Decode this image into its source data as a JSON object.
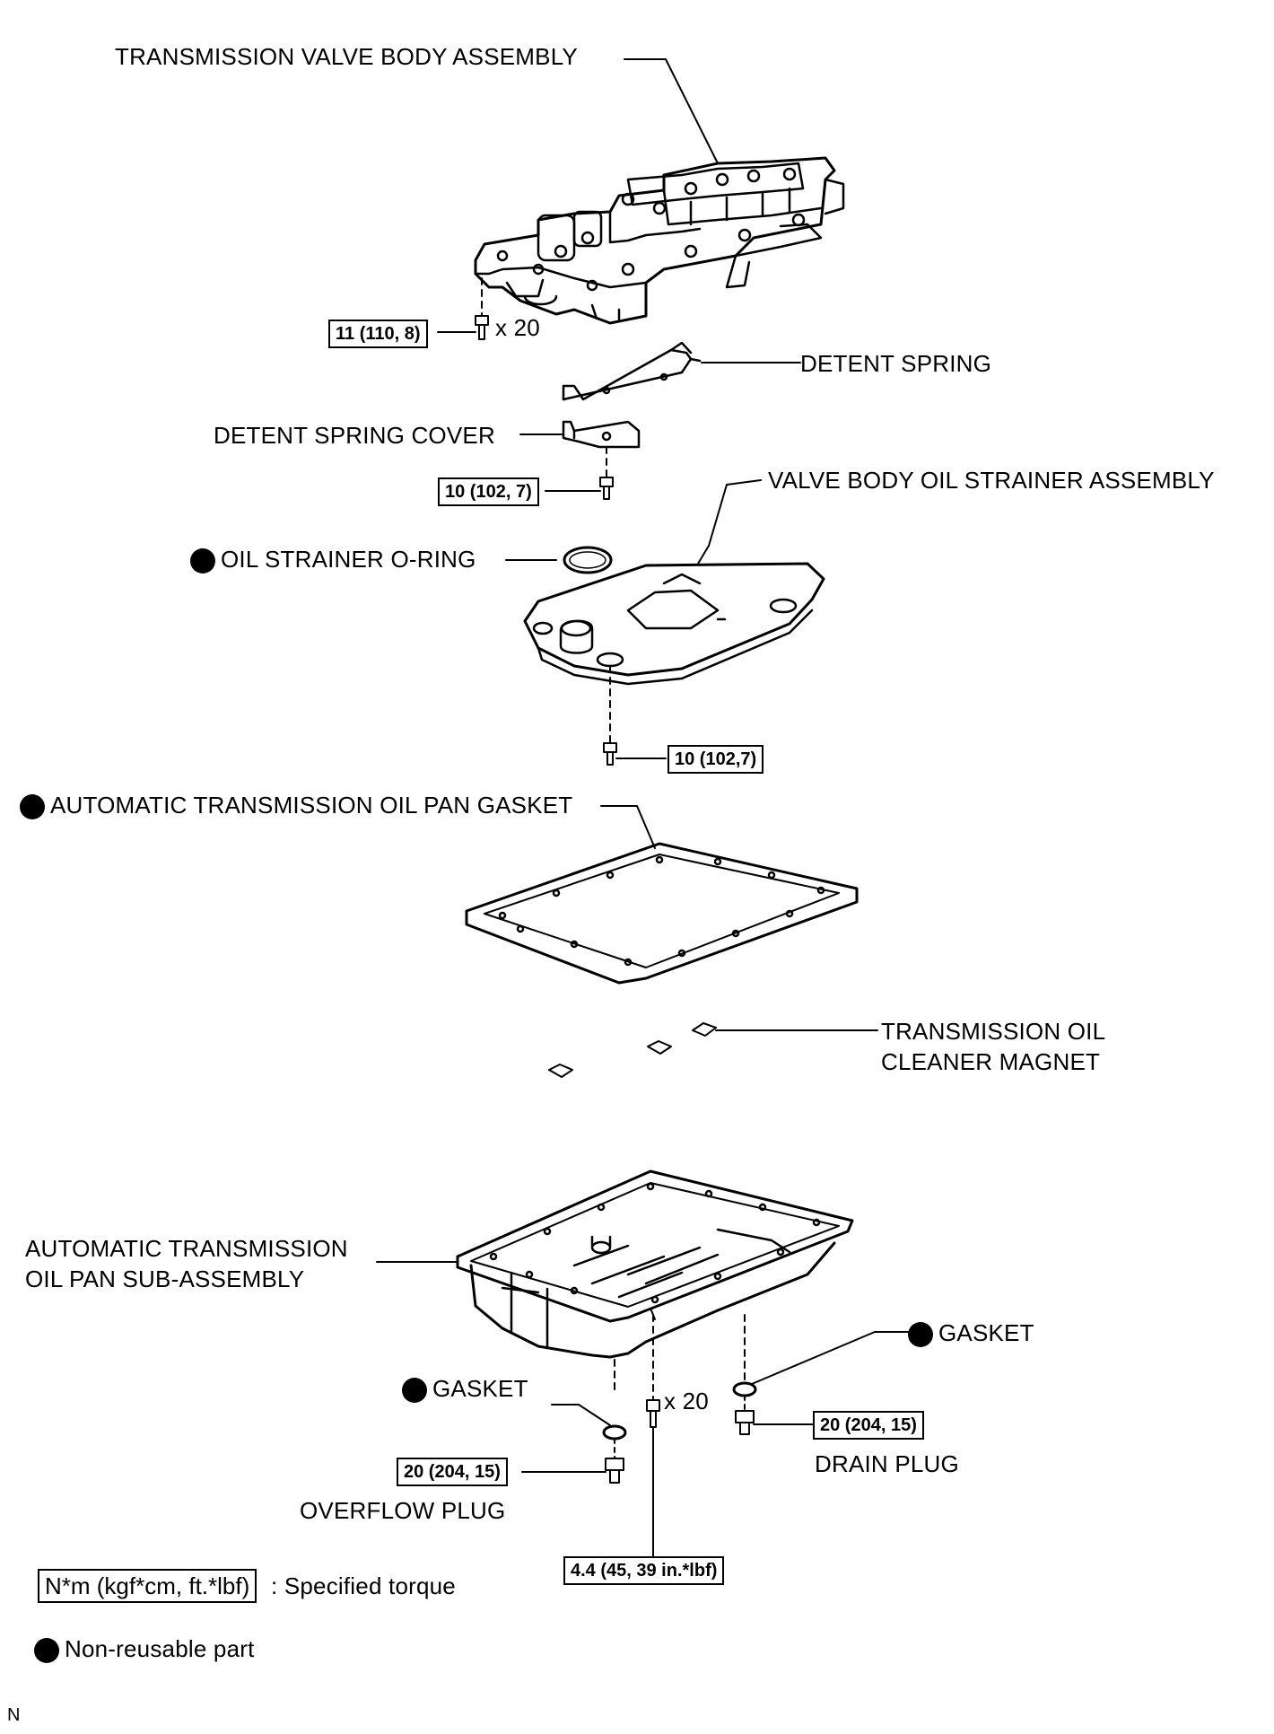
{
  "labels": {
    "valve_body": "TRANSMISSION VALVE BODY ASSEMBLY",
    "detent_spring": "DETENT SPRING",
    "detent_spring_cover": "DETENT SPRING COVER",
    "valve_body_strainer": "VALVE BODY OIL STRAINER ASSEMBLY",
    "strainer_oring": "OIL STRAINER O-RING",
    "pan_gasket": "AUTOMATIC TRANSMISSION OIL PAN GASKET",
    "magnet_line1": "TRANSMISSION OIL",
    "magnet_line2": "CLEANER MAGNET",
    "oil_pan_line1": "AUTOMATIC TRANSMISSION",
    "oil_pan_line2": "OIL PAN SUB-ASSEMBLY",
    "gasket_right": "GASKET",
    "gasket_left": "GASKET",
    "drain_plug": "DRAIN PLUG",
    "overflow_plug": "OVERFLOW PLUG",
    "qty_valve_bolts": "x 20",
    "qty_pan_bolts": "x 20"
  },
  "torques": {
    "valve_body_bolts": "11 (110, 8)",
    "detent_cover_bolt": "10 (102, 7)",
    "strainer_bolt": "10 (102,7)",
    "drain_plug": "20 (204, 15)",
    "overflow_plug": "20 (204, 15)",
    "pan_bolts": "4.4 (45, 39 in.*lbf)"
  },
  "legend": {
    "torque_unit": "N*m (kgf*cm, ft.*lbf)",
    "torque_desc": ": Specified torque",
    "nonreusable_desc": "Non-reusable part"
  },
  "corner_mark": "N",
  "icons": {
    "nonreusable": "filled-black-circle"
  }
}
